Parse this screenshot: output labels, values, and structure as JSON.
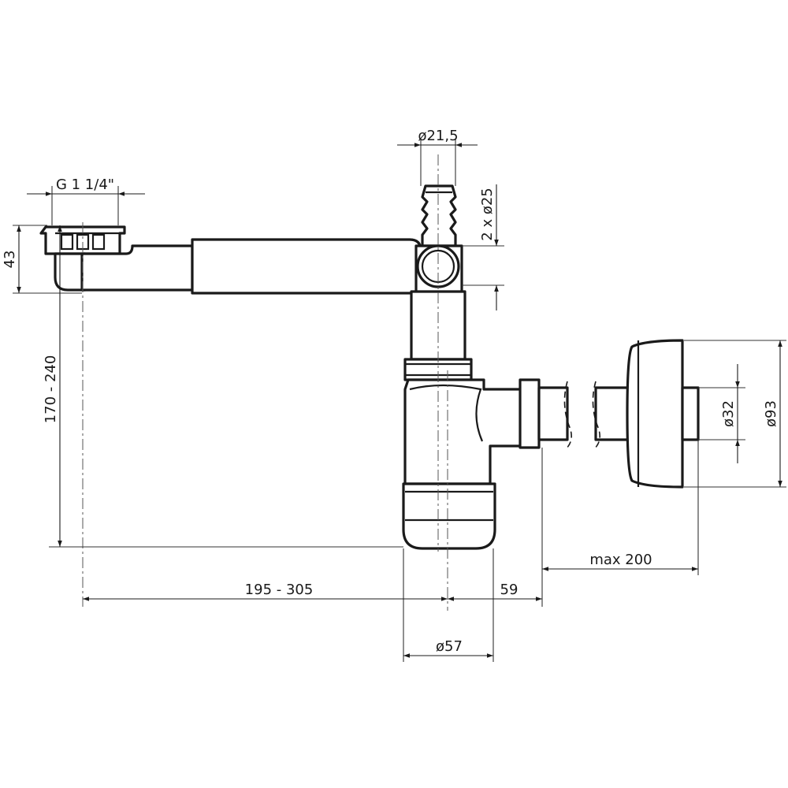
{
  "dimensions": {
    "thread": "G 1 1/4\"",
    "height_top": "43",
    "height_range": "170 - 240",
    "hose_diameter": "ø21,5",
    "inlet_count": "2 x ø25",
    "horizontal_range": "195 - 305",
    "offset": "59",
    "body_diameter": "ø57",
    "max_length": "max 200",
    "outlet_diameter": "ø32",
    "rosette_diameter": "ø93"
  },
  "colors": {
    "line": "#1a1a1a",
    "background": "#ffffff"
  }
}
